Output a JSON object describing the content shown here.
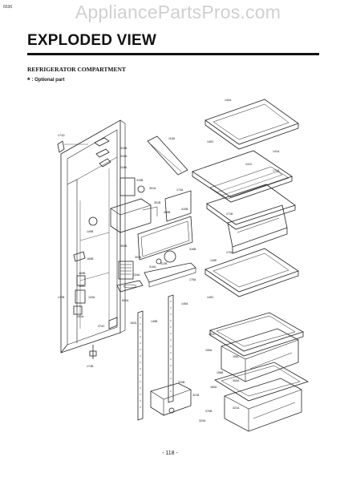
{
  "header": {
    "corner_mark": "6536",
    "watermark": "AppliancePartsPros.com"
  },
  "page": {
    "title": "EXPLODED VIEW",
    "section": "REFRIGERATOR COMPARTMENT",
    "note_symbol": "*",
    "note": ": Optional part",
    "page_number": "- 118 -"
  },
  "callouts": {
    "c140A": "140A",
    "c140C": "140C",
    "c141A": "141A",
    "c141C": "141C",
    "c171A": "171A",
    "c171B": "171B",
    "c170A": "170A",
    "c149E": "149E",
    "c149C": "149C",
    "c151C": "151C",
    "c155A": "155A",
    "c156B": "156B",
    "c156C": "156C",
    "c160A": "160A",
    "c300A": "300A",
    "c321A": "321A",
    "c370B": "370B",
    "c145A": "145A",
    "c145B": "145B",
    "c152A": "152A",
    "c116A": "116A",
    "c315B": "315B",
    "c315A": "315A",
    "c118A": "118A",
    "c319B": "319B",
    "c174A": "174A",
    "c301A": "301A",
    "c301B": "301B",
    "c409B": "409B",
    "c410B": "410B",
    "c316B": "316B",
    "c312B": "312B",
    "c310A": "310A",
    "c303A": "303A",
    "c300B": "300B",
    "c134A": "134A",
    "c175A": "175A",
    "c171D": "171D",
    "c149B": "149B",
    "c160B": "160B",
    "c169B": "169B",
    "c169C": "169C",
    "c170B": "170B",
    "c600A": "600A",
    "c120A": "120A",
    "c151A": "151A",
    "c174B": "174B",
    "c374C": "374C",
    "c320B": "320B",
    "c321B": "321B",
    "c320A": "320A"
  }
}
